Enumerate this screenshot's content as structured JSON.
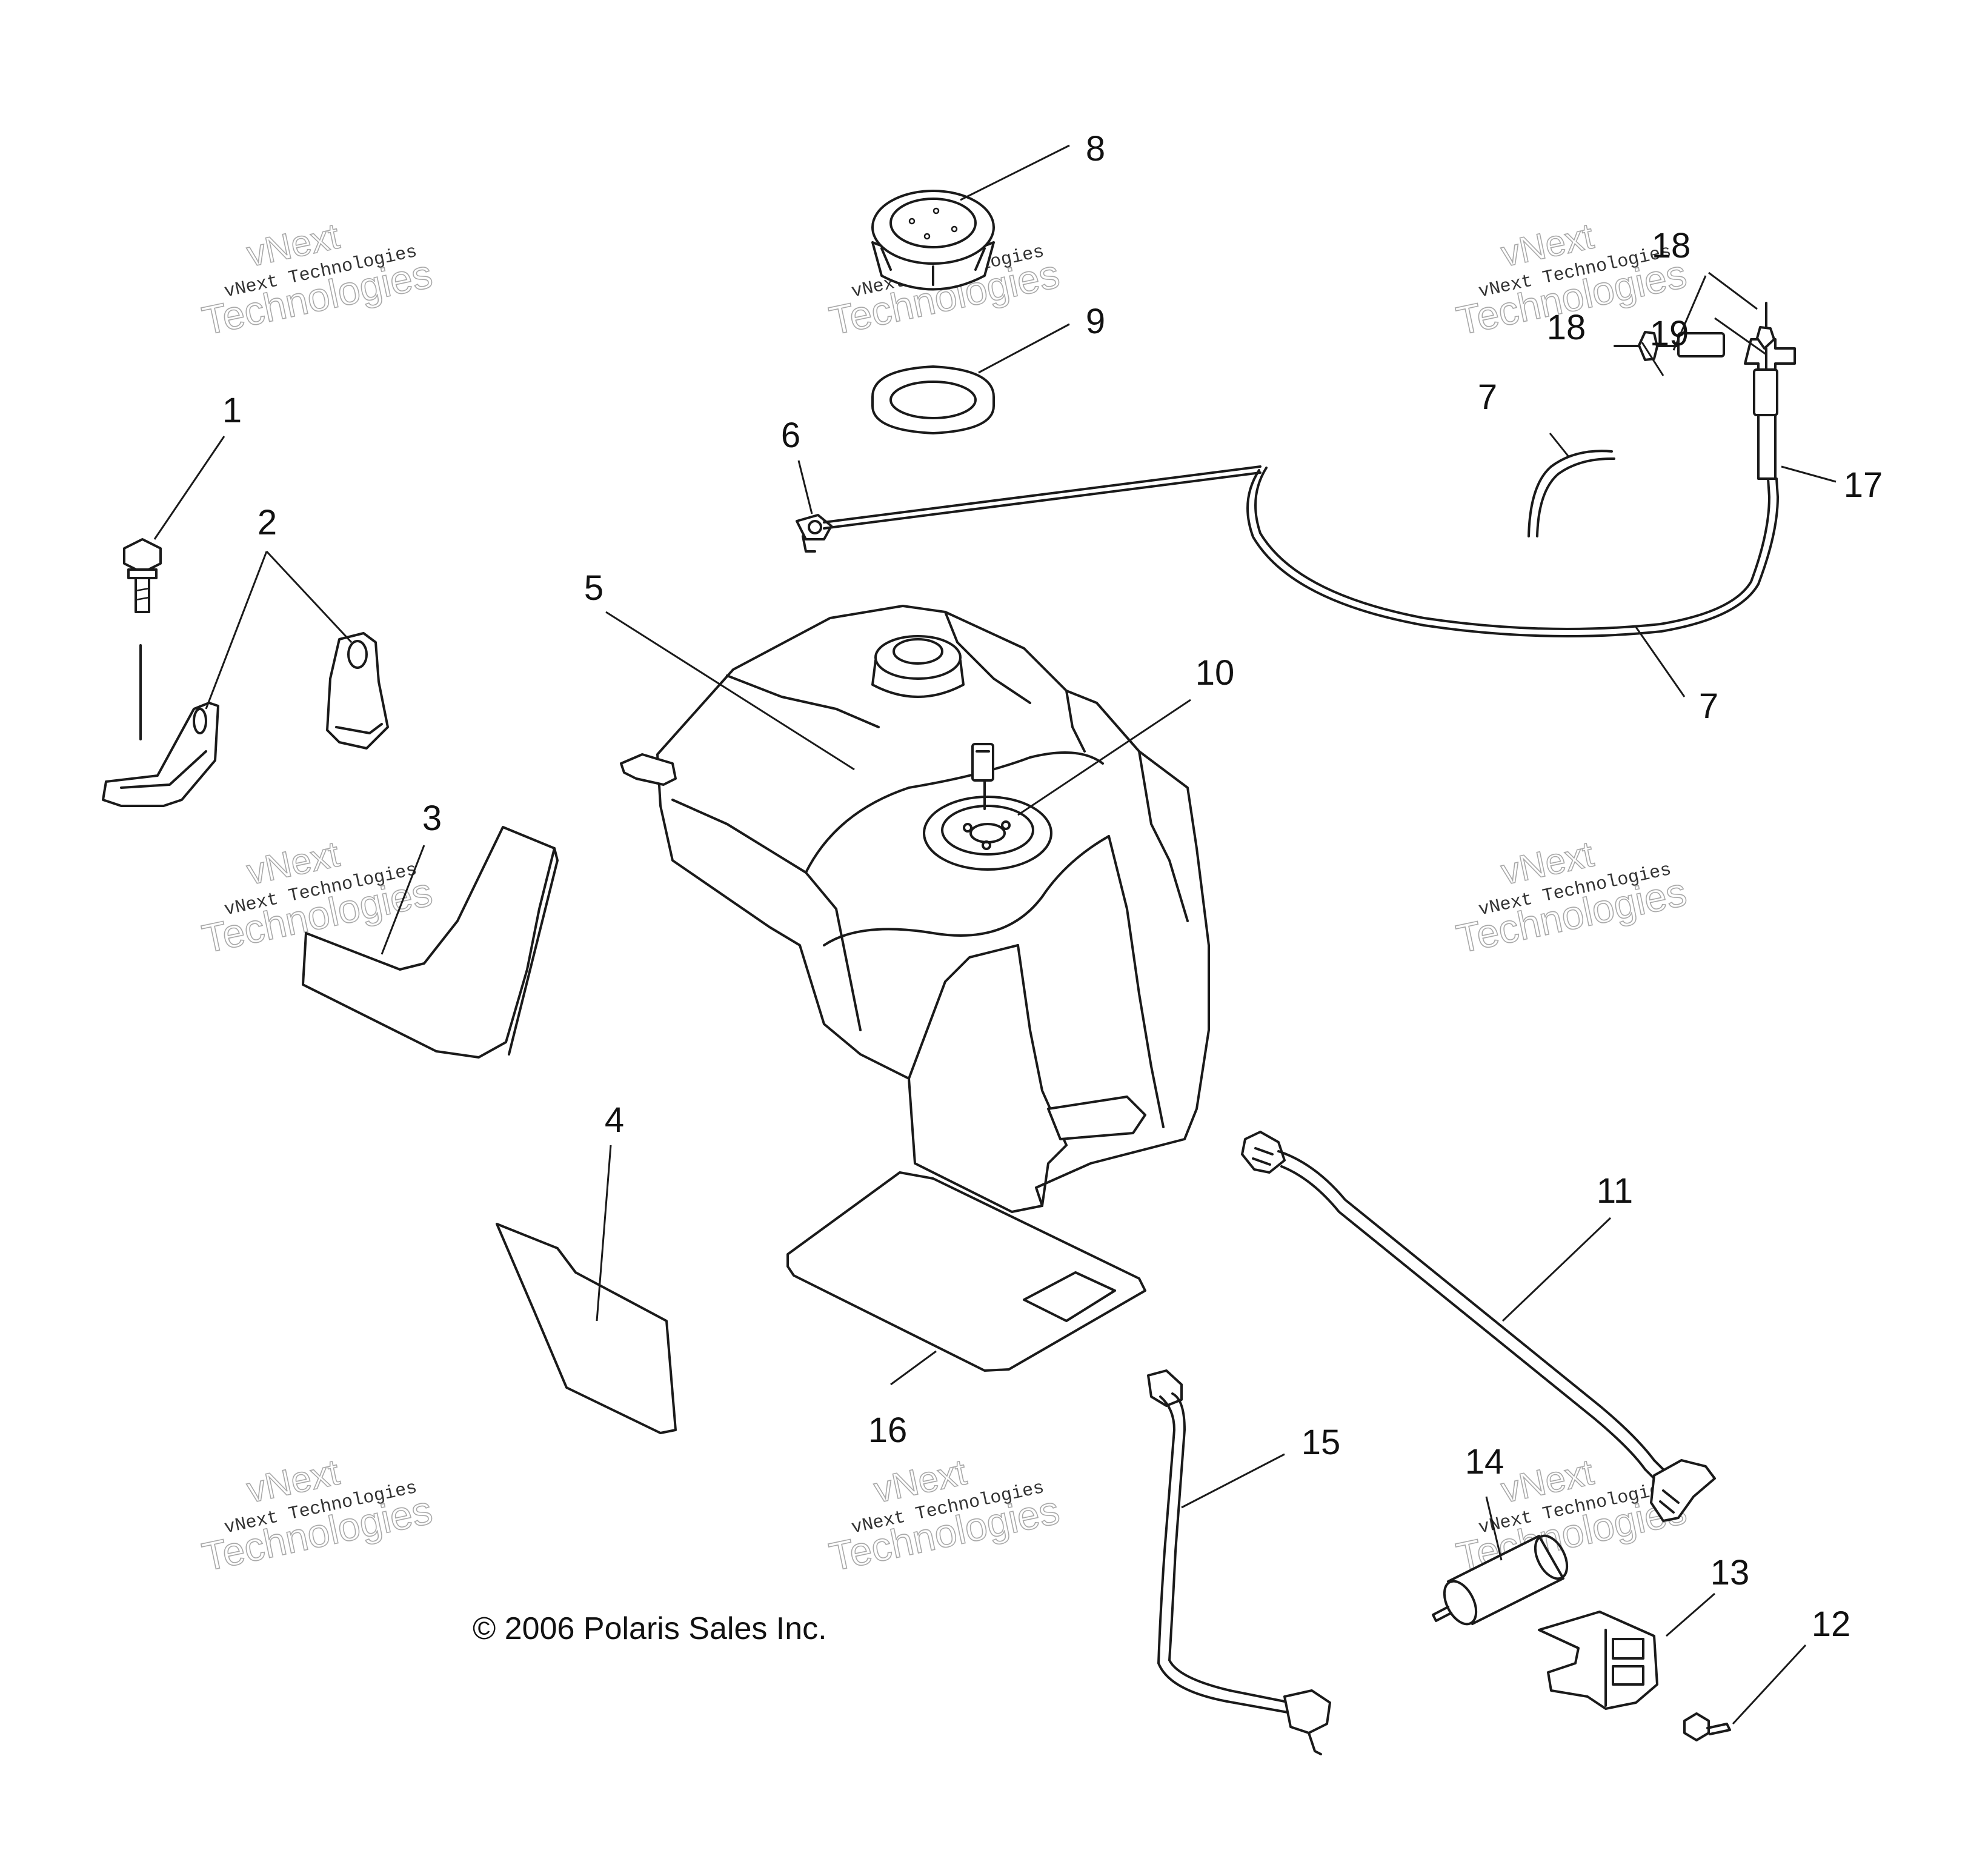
{
  "callouts": {
    "c1": "1",
    "c2": "2",
    "c3": "3",
    "c4": "4",
    "c5": "5",
    "c6": "6",
    "c7a": "7",
    "c7b": "7",
    "c8": "8",
    "c9": "9",
    "c10": "10",
    "c11": "11",
    "c12": "12",
    "c13": "13",
    "c14": "14",
    "c15": "15",
    "c16": "16",
    "c17": "17",
    "c18a": "18",
    "c18b": "18",
    "c19": "19"
  },
  "copyright": "© 2006 Polaris Sales Inc.",
  "watermark": {
    "line1": "vNext",
    "line2": "vNext Technologies",
    "line3": "Technologies"
  }
}
